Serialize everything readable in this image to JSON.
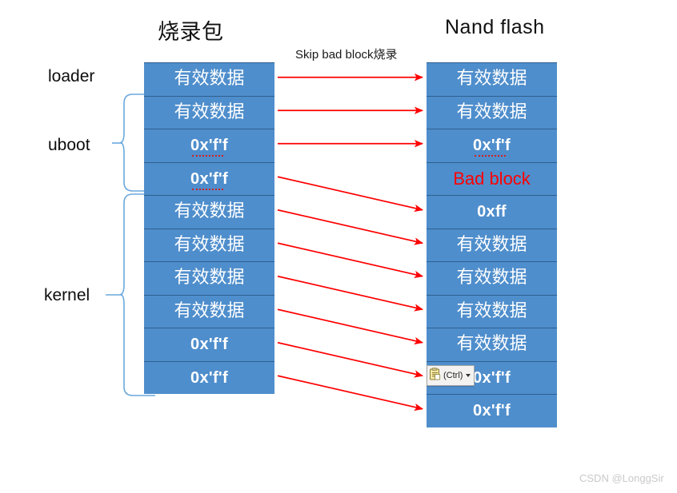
{
  "headings": {
    "left_column_title": "烧录包",
    "right_column_title": "Nand flash",
    "arrow_caption": "Skip bad block烧录"
  },
  "side_labels": {
    "loader": "loader",
    "uboot": "uboot",
    "kernel": "kernel"
  },
  "colors": {
    "block_fill": "#4f8ecc",
    "block_border": "#2e5f8f",
    "arrow": "#ff0000",
    "bad_block_text": "#ff0000",
    "brace": "#6aa8dd",
    "watermark": "#c9c9c9"
  },
  "left_column": {
    "title": "烧录包",
    "blocks": [
      {
        "text": "有效数据",
        "kind": "cjk",
        "spellcheck": false
      },
      {
        "text": "有效数据",
        "kind": "cjk",
        "spellcheck": false
      },
      {
        "text": "0x'f'f",
        "kind": "hex",
        "spellcheck": true
      },
      {
        "text": "0x'f'f",
        "kind": "hex",
        "spellcheck": true
      },
      {
        "text": "有效数据",
        "kind": "cjk",
        "spellcheck": false
      },
      {
        "text": "有效数据",
        "kind": "cjk",
        "spellcheck": false
      },
      {
        "text": "有效数据",
        "kind": "cjk",
        "spellcheck": false
      },
      {
        "text": "有效数据",
        "kind": "cjk",
        "spellcheck": false
      },
      {
        "text": "0x'f'f",
        "kind": "hex",
        "spellcheck": false
      },
      {
        "text": "0x'f'f",
        "kind": "hex",
        "spellcheck": false
      }
    ]
  },
  "right_column": {
    "title": "Nand flash",
    "blocks": [
      {
        "text": "有效数据",
        "kind": "cjk",
        "spellcheck": false
      },
      {
        "text": "有效数据",
        "kind": "cjk",
        "spellcheck": false
      },
      {
        "text": "0x'f'f",
        "kind": "hex",
        "spellcheck": true
      },
      {
        "text": "Bad block",
        "kind": "bad",
        "spellcheck": false
      },
      {
        "text": "0xff",
        "kind": "hex",
        "spellcheck": false
      },
      {
        "text": "有效数据",
        "kind": "cjk",
        "spellcheck": false
      },
      {
        "text": "有效数据",
        "kind": "cjk",
        "spellcheck": false
      },
      {
        "text": "有效数据",
        "kind": "cjk",
        "spellcheck": false
      },
      {
        "text": "有效数据",
        "kind": "cjk",
        "spellcheck": false
      },
      {
        "text": "0x'f'f",
        "kind": "hex",
        "spellcheck": false
      },
      {
        "text": "0x'f'f",
        "kind": "hex",
        "spellcheck": false
      }
    ]
  },
  "mappings": [
    {
      "from_index": 0,
      "to_index": 0
    },
    {
      "from_index": 1,
      "to_index": 1
    },
    {
      "from_index": 2,
      "to_index": 2
    },
    {
      "from_index": 3,
      "to_index": 4
    },
    {
      "from_index": 4,
      "to_index": 5
    },
    {
      "from_index": 5,
      "to_index": 6
    },
    {
      "from_index": 6,
      "to_index": 7
    },
    {
      "from_index": 7,
      "to_index": 8
    },
    {
      "from_index": 8,
      "to_index": 9
    },
    {
      "from_index": 9,
      "to_index": 10
    }
  ],
  "paste_options": {
    "icon": "clipboard-icon",
    "label": "(Ctrl)",
    "caret": "chevron-down-icon"
  },
  "watermark": "CSDN @LonggSir"
}
